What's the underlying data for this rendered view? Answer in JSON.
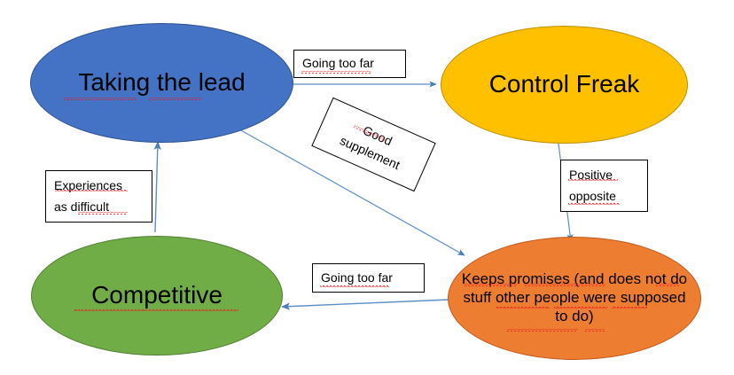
{
  "diagram": {
    "title": "Behaviour spectrum diagram",
    "background": "#ffffff",
    "nodes": [
      {
        "id": "taking-the-lead",
        "label": "Taking the lead",
        "color": "#4472C4",
        "border": "#2F528F",
        "shape": "ellipse"
      },
      {
        "id": "control-freak",
        "label": "Control Freak",
        "color": "#FFC000",
        "border": "#BF9000",
        "shape": "ellipse"
      },
      {
        "id": "competitive",
        "label": "Competitive",
        "color": "#70AD47",
        "border": "#507E32",
        "shape": "ellipse"
      },
      {
        "id": "keeps-promises",
        "label_line1": "Keeps promises (and does not",
        "label_line2": "do stuff other people were",
        "label_line3": "supposed to do)",
        "color": "#ED7D31",
        "border": "#C05B20",
        "shape": "ellipse"
      }
    ],
    "edge_labels": {
      "going_too_far_top": "Going too far",
      "going_too_far_bottom": "Going too far",
      "experiences_line1": "Experiences",
      "experiences_line2": "as difficult",
      "positive_line1": "Positive",
      "positive_line2": "opposite",
      "good_supplement_line1": "Good",
      "good_supplement_line2": "supplement"
    },
    "connectors": {
      "color": "#5B8FC9",
      "arrows": [
        {
          "from": "taking-the-lead",
          "to": "control-freak",
          "label": "Going too far"
        },
        {
          "from": "taking-the-lead",
          "to": "keeps-promises",
          "label": "Good supplement"
        },
        {
          "from": "control-freak",
          "to": "keeps-promises",
          "label": "Positive opposite"
        },
        {
          "from": "keeps-promises",
          "to": "competitive",
          "label": "Going too far"
        },
        {
          "from": "competitive",
          "to": "taking-the-lead",
          "label": "Experiences as difficult"
        }
      ]
    }
  }
}
